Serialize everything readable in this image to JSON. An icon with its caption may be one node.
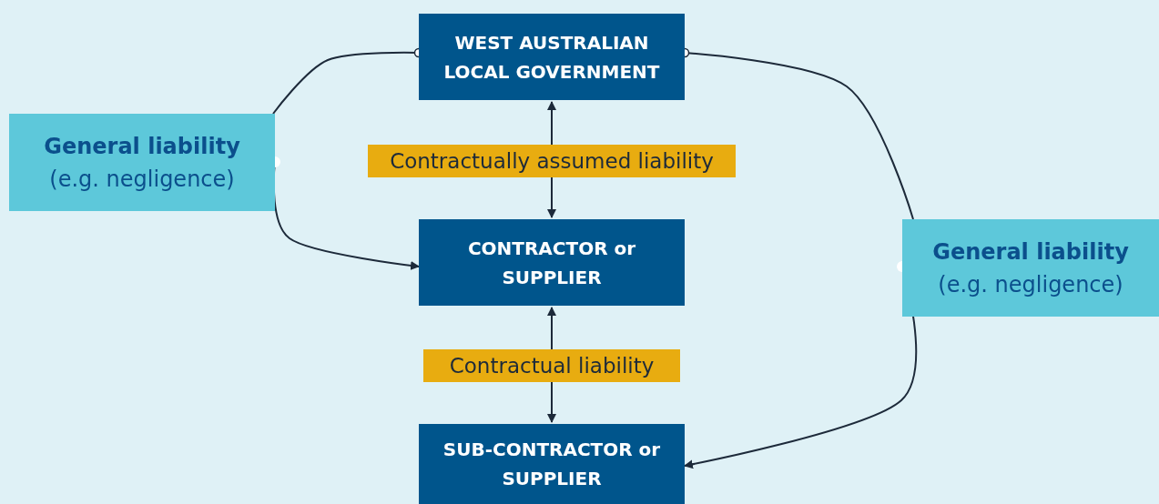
{
  "diagram": {
    "nodes": [
      {
        "text": [
          "WEST AUSTRALIAN LOCAL GOVERNMENT"
        ]
      },
      {
        "text": [
          "General liability",
          "(e.g. negligence)"
        ]
      },
      {
        "text": [
          "CONTRACTOR or SUPPLIER"
        ]
      },
      {
        "text": [
          "General liability",
          "(e.g. negligence)"
        ]
      },
      {
        "text": [
          "SUB-CONTRACTOR or SUPPLIER"
        ]
      }
    ],
    "edges": [
      {
        "from": 0,
        "to": 1,
        "arrow": "other"
      },
      {
        "from": 1,
        "to": 2,
        "arrow": "to"
      },
      {
        "from": 0,
        "to": 3,
        "arrow": "other"
      },
      {
        "from": 3,
        "to": 4,
        "arrow": "to"
      },
      {
        "from": 0,
        "to": 2,
        "arrow": "both",
        "label": "Contractually assumed liability"
      },
      {
        "from": 2,
        "to": 4,
        "arrow": "both",
        "label": "Contractual liability"
      }
    ]
  }
}
